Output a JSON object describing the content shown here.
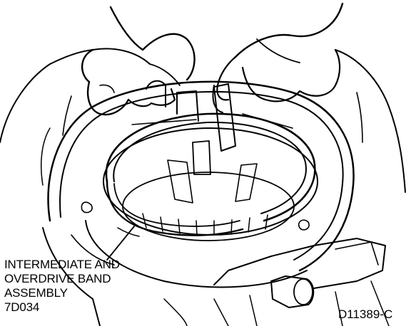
{
  "callout": {
    "line1": "INTERMEDIATE AND",
    "line2": "OVERDRIVE BAND",
    "line3": "ASSEMBLY",
    "part_number": "7D034"
  },
  "figure_id": "D11389-C",
  "colors": {
    "ink": "#000000",
    "paper": "#ffffff"
  },
  "icons": [
    "left-hand-icon",
    "right-hand-icon",
    "band-assembly-icon",
    "transmission-case-icon"
  ]
}
